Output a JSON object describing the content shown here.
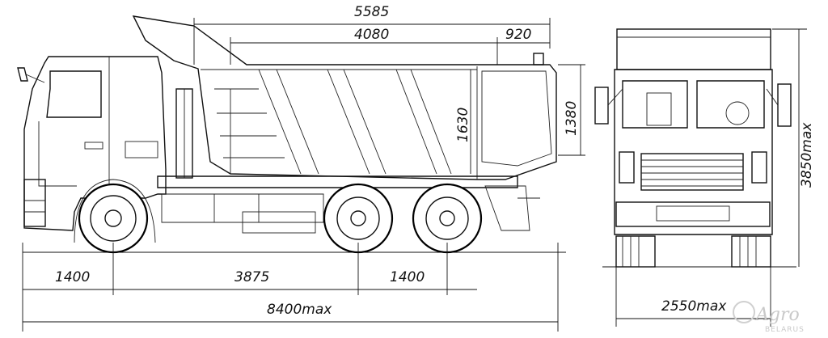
{
  "dimensions": {
    "body_offset_total": "5585",
    "body_length": "4080",
    "rear_overhang_body": "920",
    "body_height_rear": "1380",
    "body_height_inner": "1630",
    "front_overhang": "1400",
    "wheelbase": "3875",
    "rear_axle_spacing": "1400",
    "overall_length": "8400max",
    "overall_height": "3850max",
    "overall_width": "2550max"
  },
  "watermark": {
    "brand": "Agro",
    "sub": "BELARUS"
  }
}
